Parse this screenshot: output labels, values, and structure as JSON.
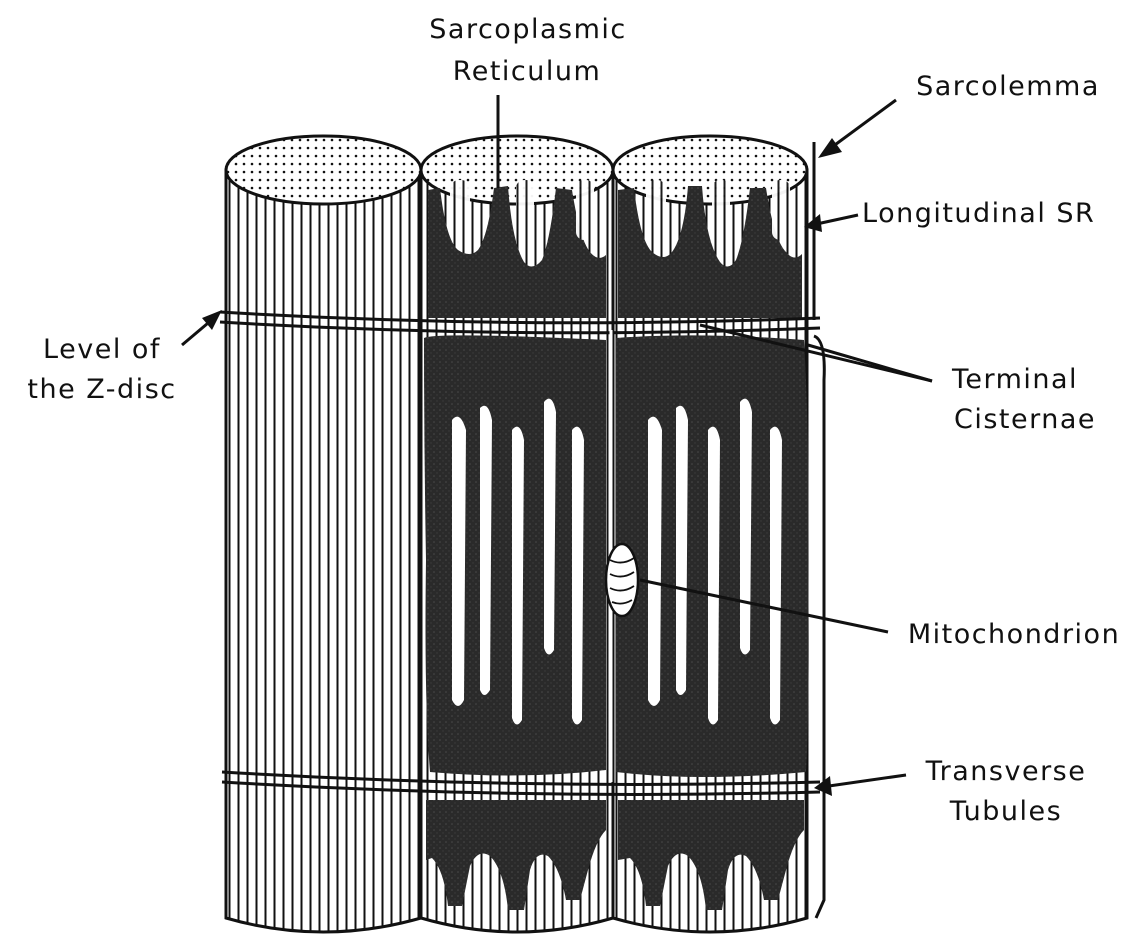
{
  "labels": {
    "sarcoplasmic_reticulum_line1": "Sarcoplasmic",
    "sarcoplasmic_reticulum_line2": "Reticulum",
    "sarcolemma": "Sarcolemma",
    "longitudinal_sr": "Longitudinal SR",
    "level_z_disc_line1": "Level of",
    "level_z_disc_line2": "the Z-disc",
    "terminal_cisternae_line1": "Terminal",
    "terminal_cisternae_line2": "Cisternae",
    "mitochondrion": "Mitochondrion",
    "transverse_tubules_line1": "Transverse",
    "transverse_tubules_line2": "Tubules"
  },
  "colors": {
    "ink": "#111111",
    "sr_fill": "#2a2a2a",
    "background": "#ffffff"
  }
}
